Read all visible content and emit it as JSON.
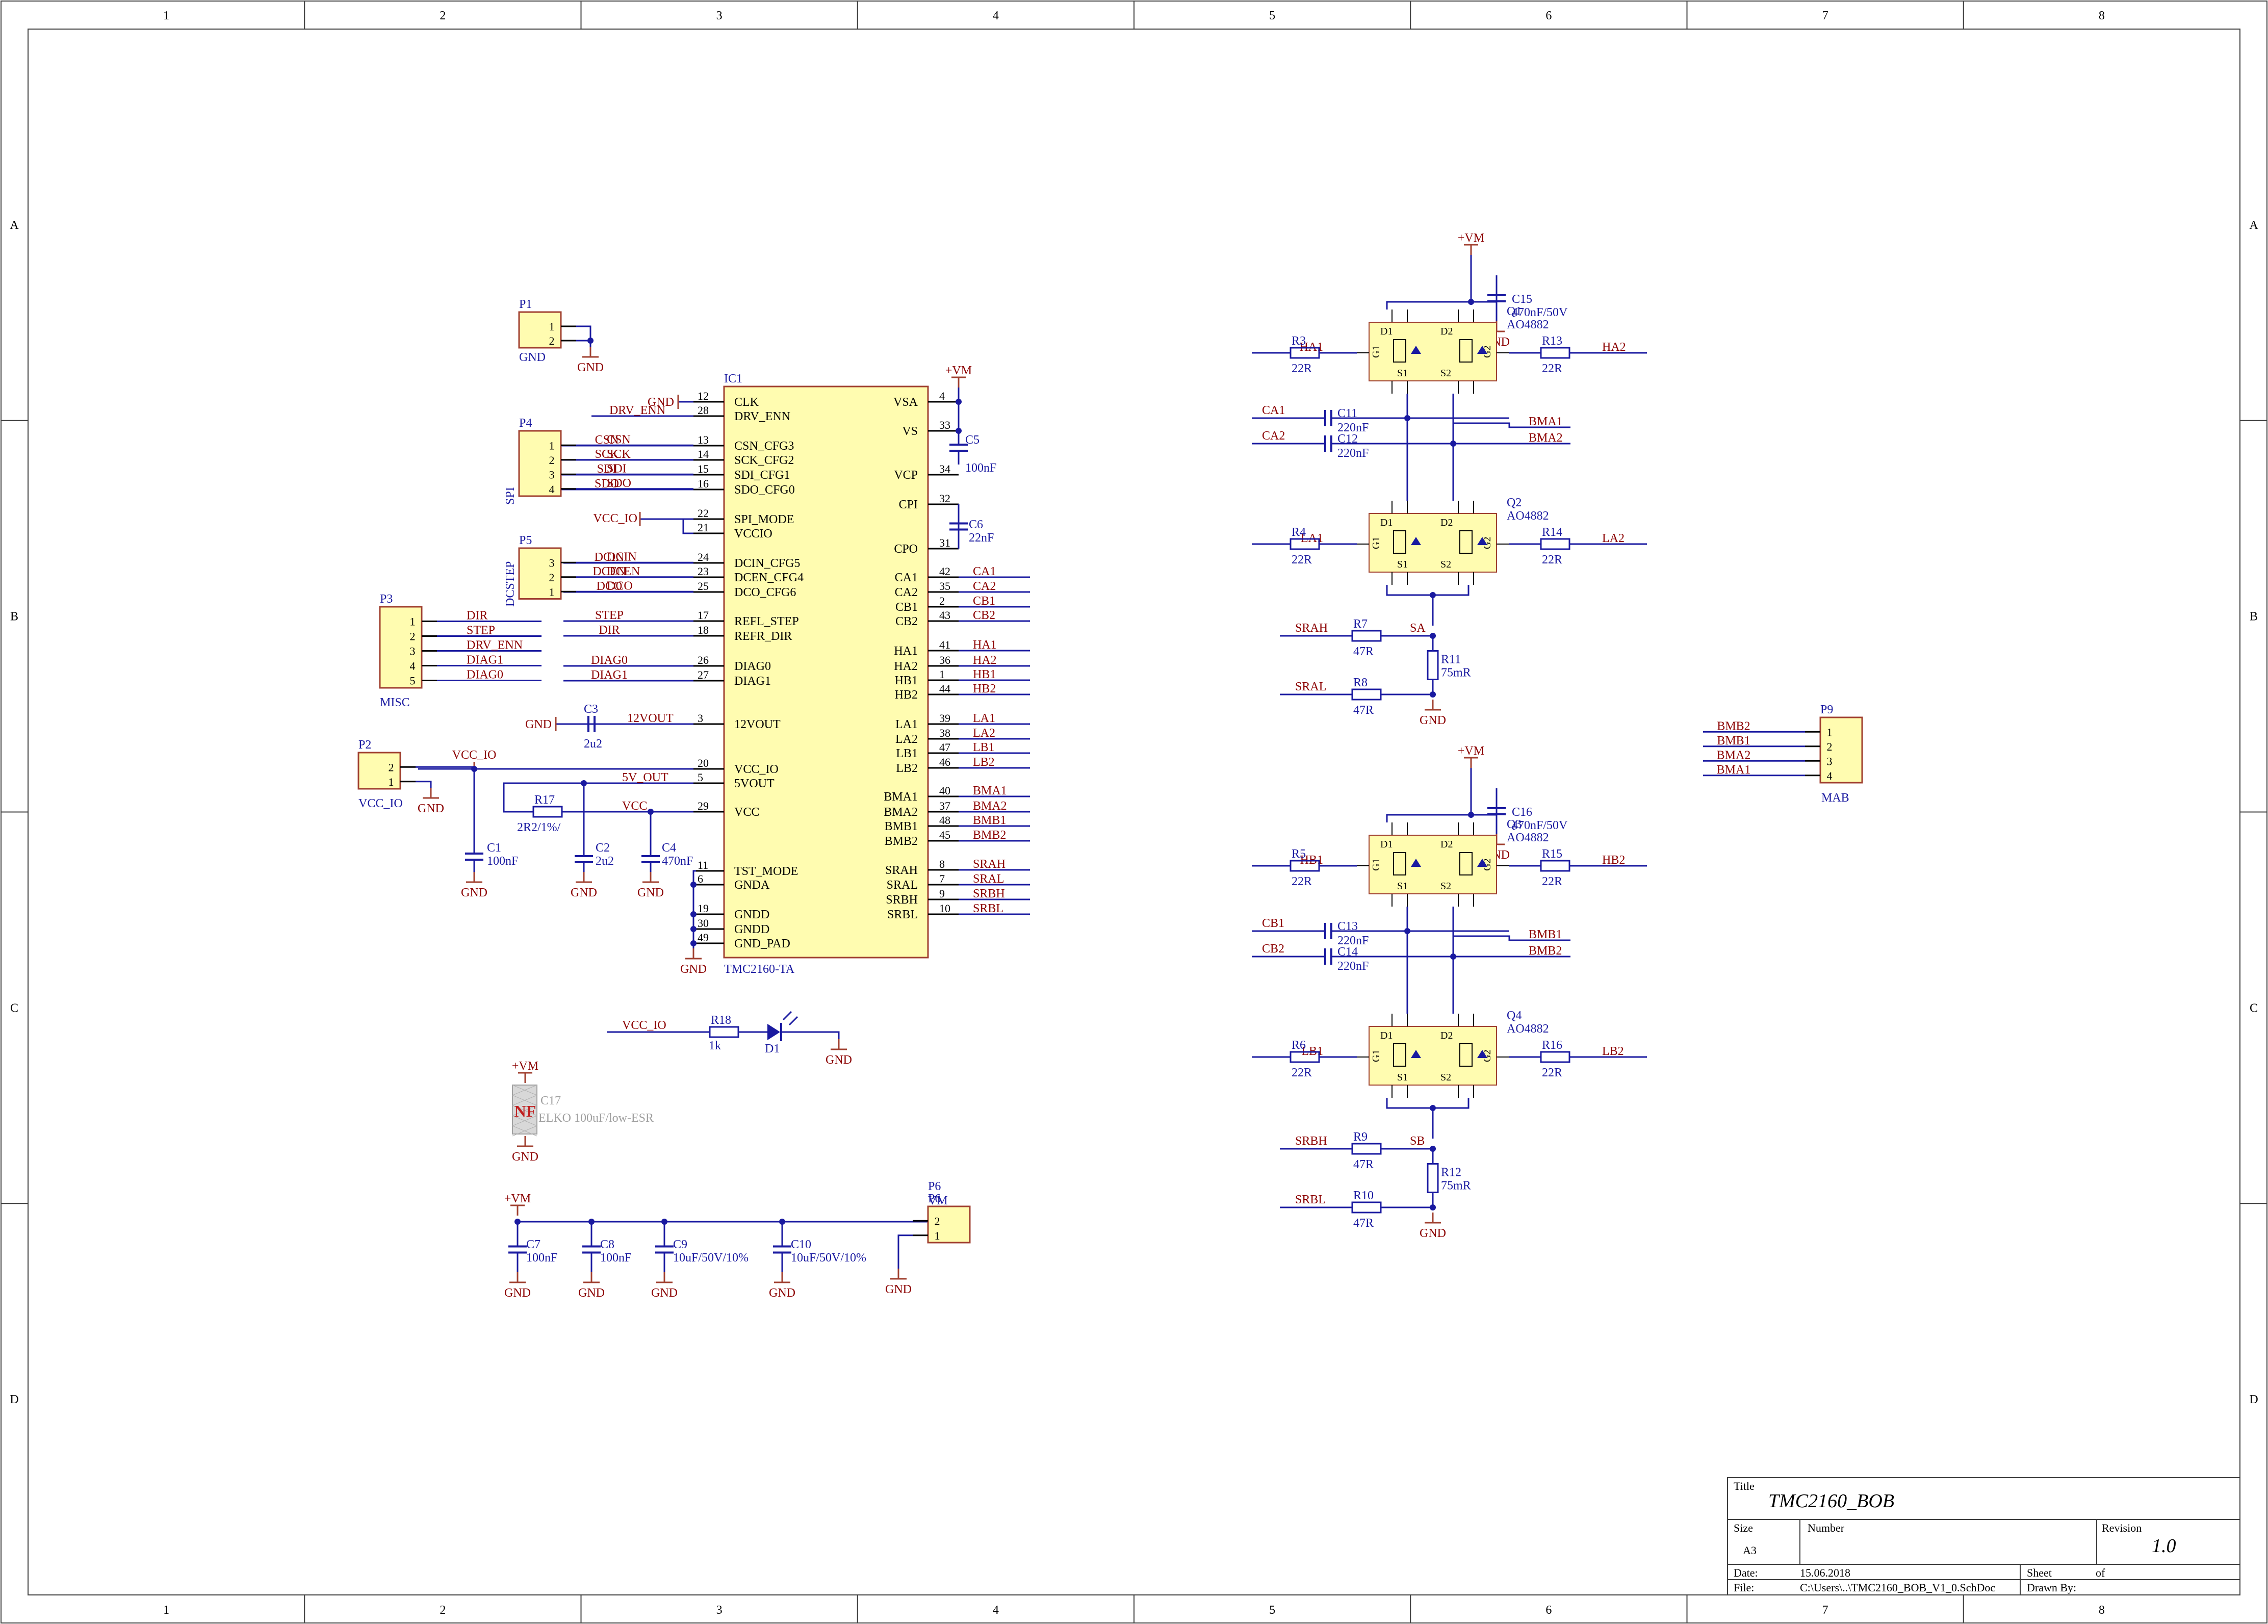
{
  "colors": {
    "border": "#3c3c3c",
    "wire": "#1a1aa0",
    "net_label": "#8b0000",
    "designator": "#1a1aa0",
    "pin": "#000000",
    "body_fill": "#fffcb0",
    "body_stroke": "#a04030",
    "mark_fill": "#d8d8d8"
  },
  "grid": {
    "columns": [
      "1",
      "2",
      "3",
      "4",
      "5",
      "6",
      "7",
      "8"
    ],
    "rows": [
      "A",
      "B",
      "C",
      "D"
    ]
  },
  "title_block": {
    "title_label": "Title",
    "title": "TMC2160_BOB",
    "size_label": "Size",
    "size": "A3",
    "number_label": "Number",
    "revision_label": "Revision",
    "revision": "1.0",
    "date_label": "Date:",
    "date": "15.06.2018",
    "sheet_label": "Sheet",
    "of_label": "of",
    "file_label": "File:",
    "file": "C:\\Users\\..\\TMC2160_BOB_V1_0.SchDoc",
    "drawn_by_label": "Drawn By:"
  },
  "ic": {
    "designator": "IC1",
    "part": "TMC2160-TA",
    "left_pins": [
      {
        "num": "12",
        "name": "CLK",
        "net": "GND"
      },
      {
        "num": "28",
        "name": "DRV_ENN",
        "net": "DRV_ENN"
      },
      {
        "num": "13",
        "name": "CSN_CFG3",
        "net": "CSN"
      },
      {
        "num": "14",
        "name": "SCK_CFG2",
        "net": "SCK"
      },
      {
        "num": "15",
        "name": "SDI_CFG1",
        "net": "SDI"
      },
      {
        "num": "16",
        "name": "SDO_CFG0",
        "net": "SDO"
      },
      {
        "num": "22",
        "name": "SPI_MODE",
        "net": "VCC_IO"
      },
      {
        "num": "21",
        "name": "VCCIO",
        "net": ""
      },
      {
        "num": "24",
        "name": "DCIN_CFG5",
        "net": "DCIN"
      },
      {
        "num": "23",
        "name": "DCEN_CFG4",
        "net": "DCEN"
      },
      {
        "num": "25",
        "name": "DCO_CFG6",
        "net": "DCO"
      },
      {
        "num": "17",
        "name": "REFL_STEP",
        "net": "STEP"
      },
      {
        "num": "18",
        "name": "REFR_DIR",
        "net": "DIR"
      },
      {
        "num": "26",
        "name": "DIAG0",
        "net": "DIAG0"
      },
      {
        "num": "27",
        "name": "DIAG1",
        "net": "DIAG1"
      },
      {
        "num": "3",
        "name": "12VOUT",
        "net": "12VOUT"
      },
      {
        "num": "20",
        "name": "VCC_IO",
        "net": ""
      },
      {
        "num": "5",
        "name": "5VOUT",
        "net": "5V_OUT"
      },
      {
        "num": "29",
        "name": "VCC",
        "net": "VCC"
      },
      {
        "num": "11",
        "name": "TST_MODE",
        "net": ""
      },
      {
        "num": "6",
        "name": "GNDA",
        "net": ""
      },
      {
        "num": "19",
        "name": "GNDD",
        "net": ""
      },
      {
        "num": "30",
        "name": "GNDD",
        "net": ""
      },
      {
        "num": "49",
        "name": "GND_PAD",
        "net": ""
      }
    ],
    "right_pins": [
      {
        "num": "4",
        "name": "VSA",
        "net": ""
      },
      {
        "num": "33",
        "name": "VS",
        "net": ""
      },
      {
        "num": "34",
        "name": "VCP",
        "net": ""
      },
      {
        "num": "32",
        "name": "CPI",
        "net": ""
      },
      {
        "num": "31",
        "name": "CPO",
        "net": ""
      },
      {
        "num": "42",
        "name": "CA1",
        "net": "CA1"
      },
      {
        "num": "35",
        "name": "CA2",
        "net": "CA2"
      },
      {
        "num": "2",
        "name": "CB1",
        "net": "CB1"
      },
      {
        "num": "43",
        "name": "CB2",
        "net": "CB2"
      },
      {
        "num": "41",
        "name": "HA1",
        "net": "HA1"
      },
      {
        "num": "36",
        "name": "HA2",
        "net": "HA2"
      },
      {
        "num": "1",
        "name": "HB1",
        "net": "HB1"
      },
      {
        "num": "44",
        "name": "HB2",
        "net": "HB2"
      },
      {
        "num": "39",
        "name": "LA1",
        "net": "LA1"
      },
      {
        "num": "38",
        "name": "LA2",
        "net": "LA2"
      },
      {
        "num": "47",
        "name": "LB1",
        "net": "LB1"
      },
      {
        "num": "46",
        "name": "LB2",
        "net": "LB2"
      },
      {
        "num": "40",
        "name": "BMA1",
        "net": "BMA1"
      },
      {
        "num": "37",
        "name": "BMA2",
        "net": "BMA2"
      },
      {
        "num": "48",
        "name": "BMB1",
        "net": "BMB1"
      },
      {
        "num": "45",
        "name": "BMB2",
        "net": "BMB2"
      },
      {
        "num": "8",
        "name": "SRAH",
        "net": "SRAH"
      },
      {
        "num": "7",
        "name": "SRAL",
        "net": "SRAL"
      },
      {
        "num": "9",
        "name": "SRBH",
        "net": "SRBH"
      },
      {
        "num": "10",
        "name": "SRBL",
        "net": "SRBL"
      }
    ]
  },
  "connectors": {
    "p1": {
      "designator": "P1",
      "pins": [
        "1",
        "2"
      ],
      "label": "GND"
    },
    "p4": {
      "designator": "P4",
      "pins": [
        "1",
        "2",
        "3",
        "4"
      ],
      "label": "SPI",
      "nets": [
        "CSN",
        "SCK",
        "SDI",
        "SDO"
      ]
    },
    "p5": {
      "designator": "P5",
      "pins": [
        "3",
        "2",
        "1"
      ],
      "label": "DCSTEP",
      "nets": [
        "DCIN",
        "DCEN",
        "DCO"
      ]
    },
    "p3": {
      "designator": "P3",
      "pins": [
        "1",
        "2",
        "3",
        "4",
        "5"
      ],
      "label": "MISC",
      "nets": [
        "DIR",
        "STEP",
        "DRV_ENN",
        "DIAG1",
        "DIAG0"
      ]
    },
    "p2": {
      "designator": "P2",
      "pins": [
        "2",
        "1"
      ],
      "label": "VCC_IO"
    },
    "p6": {
      "designator": "P6",
      "pins": [
        "2",
        "1"
      ],
      "label": "VM"
    },
    "p9": {
      "designator": "P9",
      "pins": [
        "1",
        "2",
        "3",
        "4"
      ],
      "label": "MAB",
      "nets": [
        "BMB2",
        "BMB1",
        "BMA2",
        "BMA1"
      ]
    }
  },
  "nets": {
    "gnd": "GND",
    "vm": "+VM",
    "vcc_io": "VCC_IO",
    "vcc": "VCC",
    "v5": "5V_OUT",
    "v12": "12VOUT",
    "sa": "SA",
    "sb": "SB"
  },
  "passives": {
    "c1": {
      "ref": "C1",
      "value": "100nF"
    },
    "c2": {
      "ref": "C2",
      "value": "2u2"
    },
    "c3": {
      "ref": "C3",
      "value": "2u2"
    },
    "c4": {
      "ref": "C4",
      "value": "470nF"
    },
    "c5": {
      "ref": "C5",
      "value": "100nF"
    },
    "c6": {
      "ref": "C6",
      "value": "22nF"
    },
    "c7": {
      "ref": "C7",
      "value": "100nF"
    },
    "c8": {
      "ref": "C8",
      "value": "100nF"
    },
    "c9": {
      "ref": "C9",
      "value": "10uF/50V/10%"
    },
    "c10": {
      "ref": "C10",
      "value": "10uF/50V/10%"
    },
    "c11": {
      "ref": "C11",
      "value": "220nF"
    },
    "c12": {
      "ref": "C12",
      "value": "220nF"
    },
    "c13": {
      "ref": "C13",
      "value": "220nF"
    },
    "c14": {
      "ref": "C14",
      "value": "220nF"
    },
    "c15": {
      "ref": "C15",
      "value": "470nF/50V"
    },
    "c16": {
      "ref": "C16",
      "value": "470nF/50V"
    },
    "c17": {
      "ref": "C17",
      "value": "ELKO 100uF/low-ESR",
      "mark": "NF"
    },
    "r3": {
      "ref": "R3",
      "value": "22R"
    },
    "r4": {
      "ref": "R4",
      "value": "22R"
    },
    "r5": {
      "ref": "R5",
      "value": "22R"
    },
    "r6": {
      "ref": "R6",
      "value": "22R"
    },
    "r13": {
      "ref": "R13",
      "value": "22R"
    },
    "r14": {
      "ref": "R14",
      "value": "22R"
    },
    "r15": {
      "ref": "R15",
      "value": "22R"
    },
    "r16": {
      "ref": "R16",
      "value": "22R"
    },
    "r7": {
      "ref": "R7",
      "value": "47R"
    },
    "r8": {
      "ref": "R8",
      "value": "47R"
    },
    "r9": {
      "ref": "R9",
      "value": "47R"
    },
    "r10": {
      "ref": "R10",
      "value": "47R"
    },
    "r11": {
      "ref": "R11",
      "value": "75mR"
    },
    "r12": {
      "ref": "R12",
      "value": "75mR"
    },
    "r17": {
      "ref": "R17",
      "value": "2R2/1%/"
    },
    "r18": {
      "ref": "R18",
      "value": "1k"
    },
    "d1": {
      "ref": "D1"
    }
  },
  "mosfets": [
    {
      "ref": "Q1",
      "part": "AO4882",
      "gate_left": "HA1",
      "gate_right": "HA2",
      "r_left": "R3",
      "r_right": "R13",
      "val": "22R"
    },
    {
      "ref": "Q2",
      "part": "AO4882",
      "gate_left": "LA1",
      "gate_right": "LA2",
      "r_left": "R4",
      "r_right": "R14",
      "val": "22R"
    },
    {
      "ref": "Q3",
      "part": "AO4882",
      "gate_left": "HB1",
      "gate_right": "HB2",
      "r_left": "R5",
      "r_right": "R15",
      "val": "22R"
    },
    {
      "ref": "Q4",
      "part": "AO4882",
      "gate_left": "LB1",
      "gate_right": "LB2",
      "r_left": "R6",
      "r_right": "R16",
      "val": "22R"
    }
  ],
  "mosfet_pins": {
    "d1": "D1",
    "d2": "D2",
    "s1": "S1",
    "s2": "S2",
    "g1": "G1",
    "g2": "G2"
  },
  "bridge_nets": {
    "a": {
      "c_top": "CA1",
      "c_bot": "CA2",
      "out_top": "BMA1",
      "out_bot": "BMA2",
      "sense_h": "SRAH",
      "sense_l": "SRAL"
    },
    "b": {
      "c_top": "CB1",
      "c_bot": "CB2",
      "out_top": "BMB1",
      "out_bot": "BMB2",
      "sense_h": "SRBH",
      "sense_l": "SRBL"
    }
  }
}
